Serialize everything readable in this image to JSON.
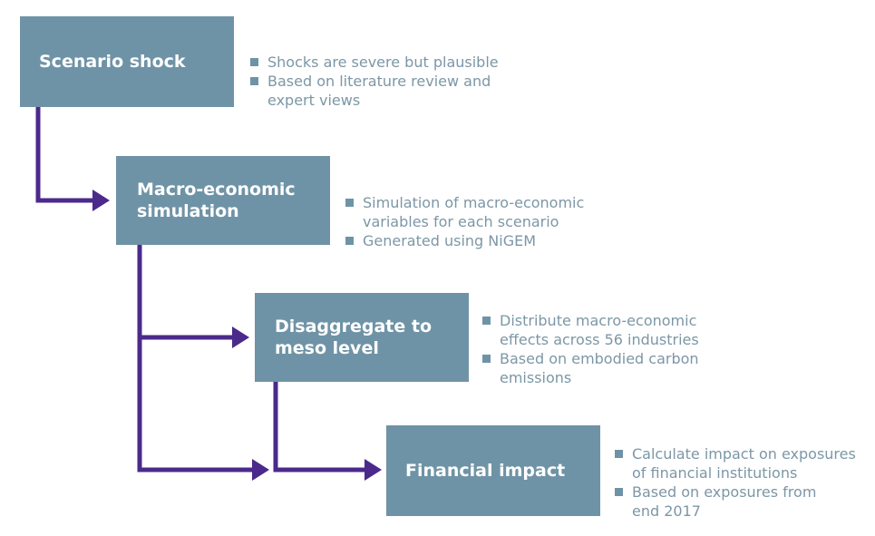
{
  "colors": {
    "box_fill": "#6f93a6",
    "box_text": "#ffffff",
    "bullet_text": "#7c97a6",
    "connector": "#4b2a8c"
  },
  "steps": [
    {
      "title": "Scenario shock",
      "bullets": [
        "Shocks are severe but plausible",
        "Based on literature review and\nexpert views"
      ]
    },
    {
      "title": "Macro-economic\nsimulation",
      "bullets": [
        "Simulation of macro-economic\nvariables for each scenario",
        "Generated using NiGEM"
      ]
    },
    {
      "title": "Disaggregate to\nmeso level",
      "bullets": [
        "Distribute macro-economic\neffects across 56 industries",
        "Based on embodied carbon\nemissions"
      ]
    },
    {
      "title": "Financial impact",
      "bullets": [
        "Calculate impact on exposures\nof financial institutions",
        "Based on exposures from\nend 2017"
      ]
    }
  ]
}
